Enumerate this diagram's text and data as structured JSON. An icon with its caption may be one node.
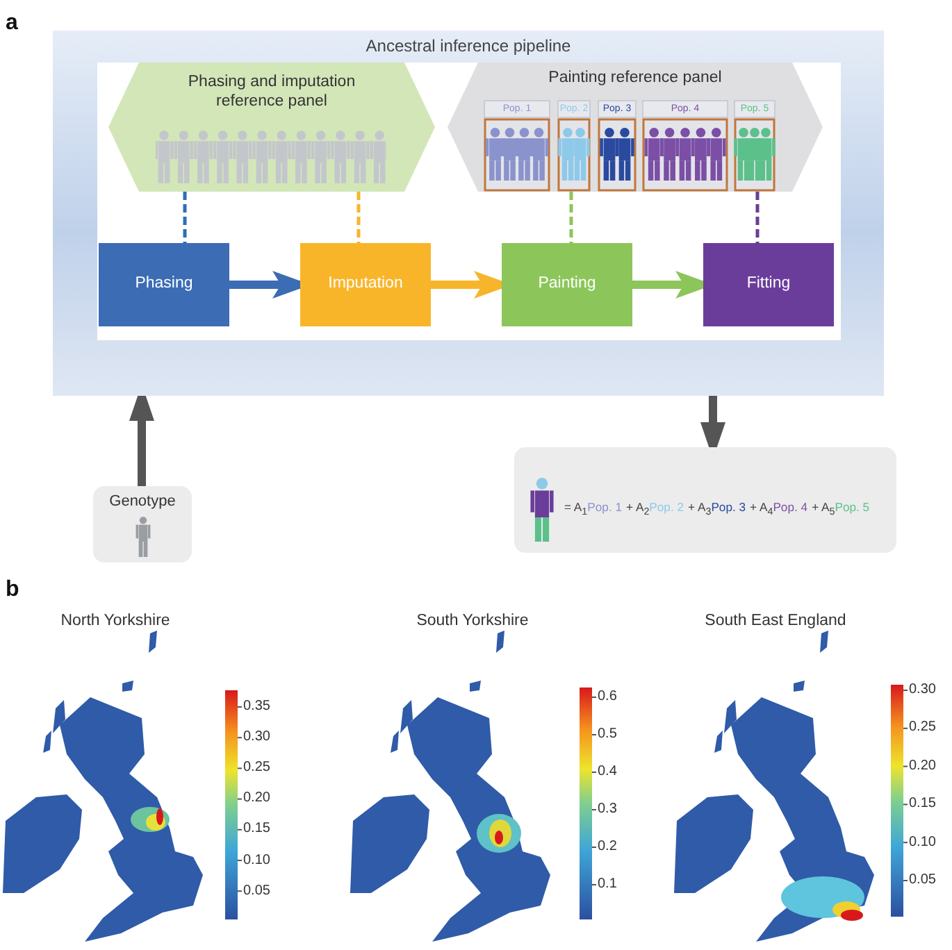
{
  "diagram": {
    "nodes": [
      {
        "text": [
          "Ancestral inference pipeline"
        ]
      },
      {
        "text": [
          "Phasing and imputation reference panel"
        ],
        "in": 0
      },
      {
        "text": [
          "Painting reference panel"
        ],
        "in": 0
      },
      {
        "text": [
          "Pop. 1"
        ],
        "in": 2
      },
      {
        "text": [
          "Pop. 2"
        ],
        "in": 2
      },
      {
        "text": [
          "Pop. 3"
        ],
        "in": 2
      },
      {
        "text": [
          "Pop. 4"
        ],
        "in": 2
      },
      {
        "text": [
          "Pop. 5"
        ],
        "in": 2
      },
      {
        "text": [
          "Phasing"
        ],
        "in": 0
      },
      {
        "text": [
          "Imputation"
        ],
        "in": 0
      },
      {
        "text": [
          "Painting"
        ],
        "in": 0
      },
      {
        "text": [
          "Fitting"
        ],
        "in": 0
      },
      {
        "text": [
          "Genotype"
        ]
      },
      {
        "text": [
          "= A$_{1}$",
          "Pop. 1",
          "+ A$_{2}$",
          "Pop. 2",
          "+ A$_{3}$",
          "Pop. 3",
          "+ A$_{4}$",
          "Pop. 4",
          "+ A$_{5}$",
          "Pop. 5"
        ]
      }
    ],
    "edges": [
      {
        "from": 8,
        "to": 9,
        "arrow": "to",
        "color": "#3b6cb4"
      },
      {
        "from": 9,
        "to": 10,
        "arrow": "to",
        "color": "#f7b52c"
      },
      {
        "from": 10,
        "to": 11,
        "arrow": "to",
        "color": "#8cc65a"
      },
      {
        "from": 1,
        "to": 8,
        "arrow": "none",
        "style": "dashed",
        "color": "#2f6db5"
      },
      {
        "from": 1,
        "to": 9,
        "arrow": "none",
        "style": "dashed",
        "color": "#f7b52c"
      },
      {
        "from": 2,
        "to": 10,
        "arrow": "none",
        "style": "dashed",
        "color": "#8cc65a"
      },
      {
        "from": 2,
        "to": 11,
        "arrow": "none",
        "style": "dashed",
        "color": "#6a3d9a"
      },
      {
        "from": 12,
        "to": 0,
        "arrow": "to",
        "color": "#555555"
      },
      {
        "from": 0,
        "to": 13,
        "arrow": "to",
        "color": "#555555"
      }
    ],
    "labels": [
      "a",
      "b",
      "North Yorkshire",
      "0.35",
      "0.30",
      "0.25",
      "0.20",
      "0.15",
      "0.10",
      "0.05",
      "South Yorkshire",
      "0.6",
      "0.5",
      "0.4",
      "0.3",
      "0.2",
      "0.1",
      "South East England",
      "0.30",
      "0.25",
      "0.20",
      "0.15",
      "0.10",
      "0.05"
    ]
  }
}
